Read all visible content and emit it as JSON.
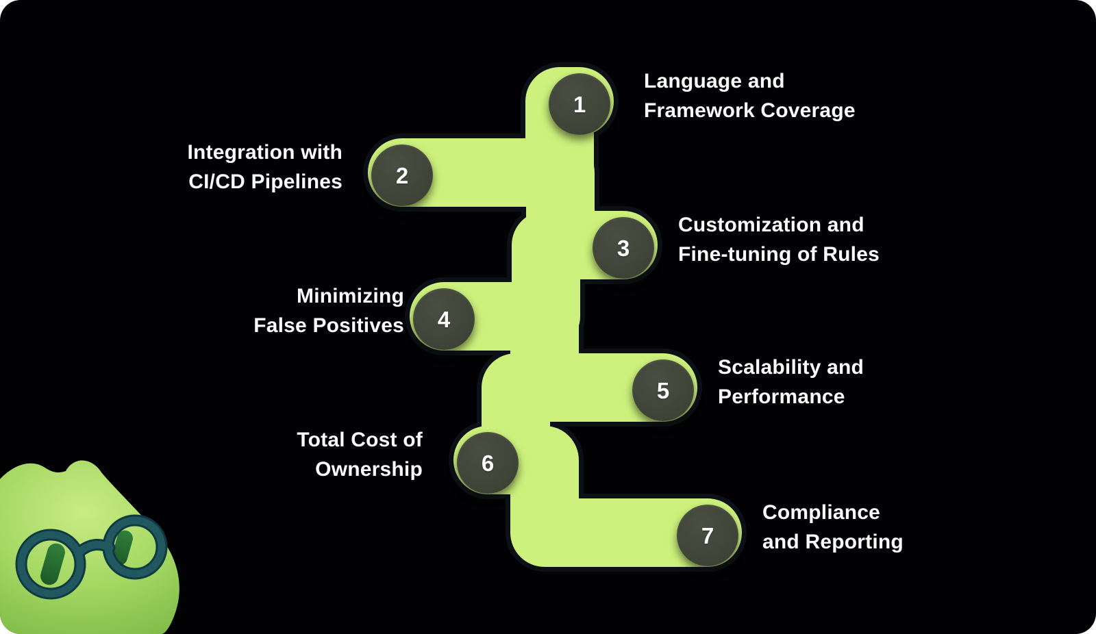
{
  "items": [
    {
      "number": "1",
      "label": "Language and\nFramework Coverage",
      "side": "right"
    },
    {
      "number": "2",
      "label": "Integration with\nCI/CD Pipelines",
      "side": "left"
    },
    {
      "number": "3",
      "label": "Customization and\nFine-tuning of Rules",
      "side": "right"
    },
    {
      "number": "4",
      "label": "Minimizing\nFalse Positives",
      "side": "left"
    },
    {
      "number": "5",
      "label": "Scalability and\nPerformance",
      "side": "right"
    },
    {
      "number": "6",
      "label": "Total Cost of\nOwnership",
      "side": "left"
    },
    {
      "number": "7",
      "label": "Compliance\nand Reporting",
      "side": "right"
    }
  ],
  "colors": {
    "background": "#020204",
    "path_green": "#cdf17c",
    "path_outline": "#0d1017",
    "circle_fill": "#42463a",
    "label_text": "#fafbfc",
    "number_text": "#ffffff",
    "mascot_green": "#9ed35d",
    "mascot_glasses": "#1a4c54",
    "mascot_pupils": "#2c6e31"
  },
  "mascot": {
    "icon": "green-blob-mascot-with-round-glasses"
  }
}
